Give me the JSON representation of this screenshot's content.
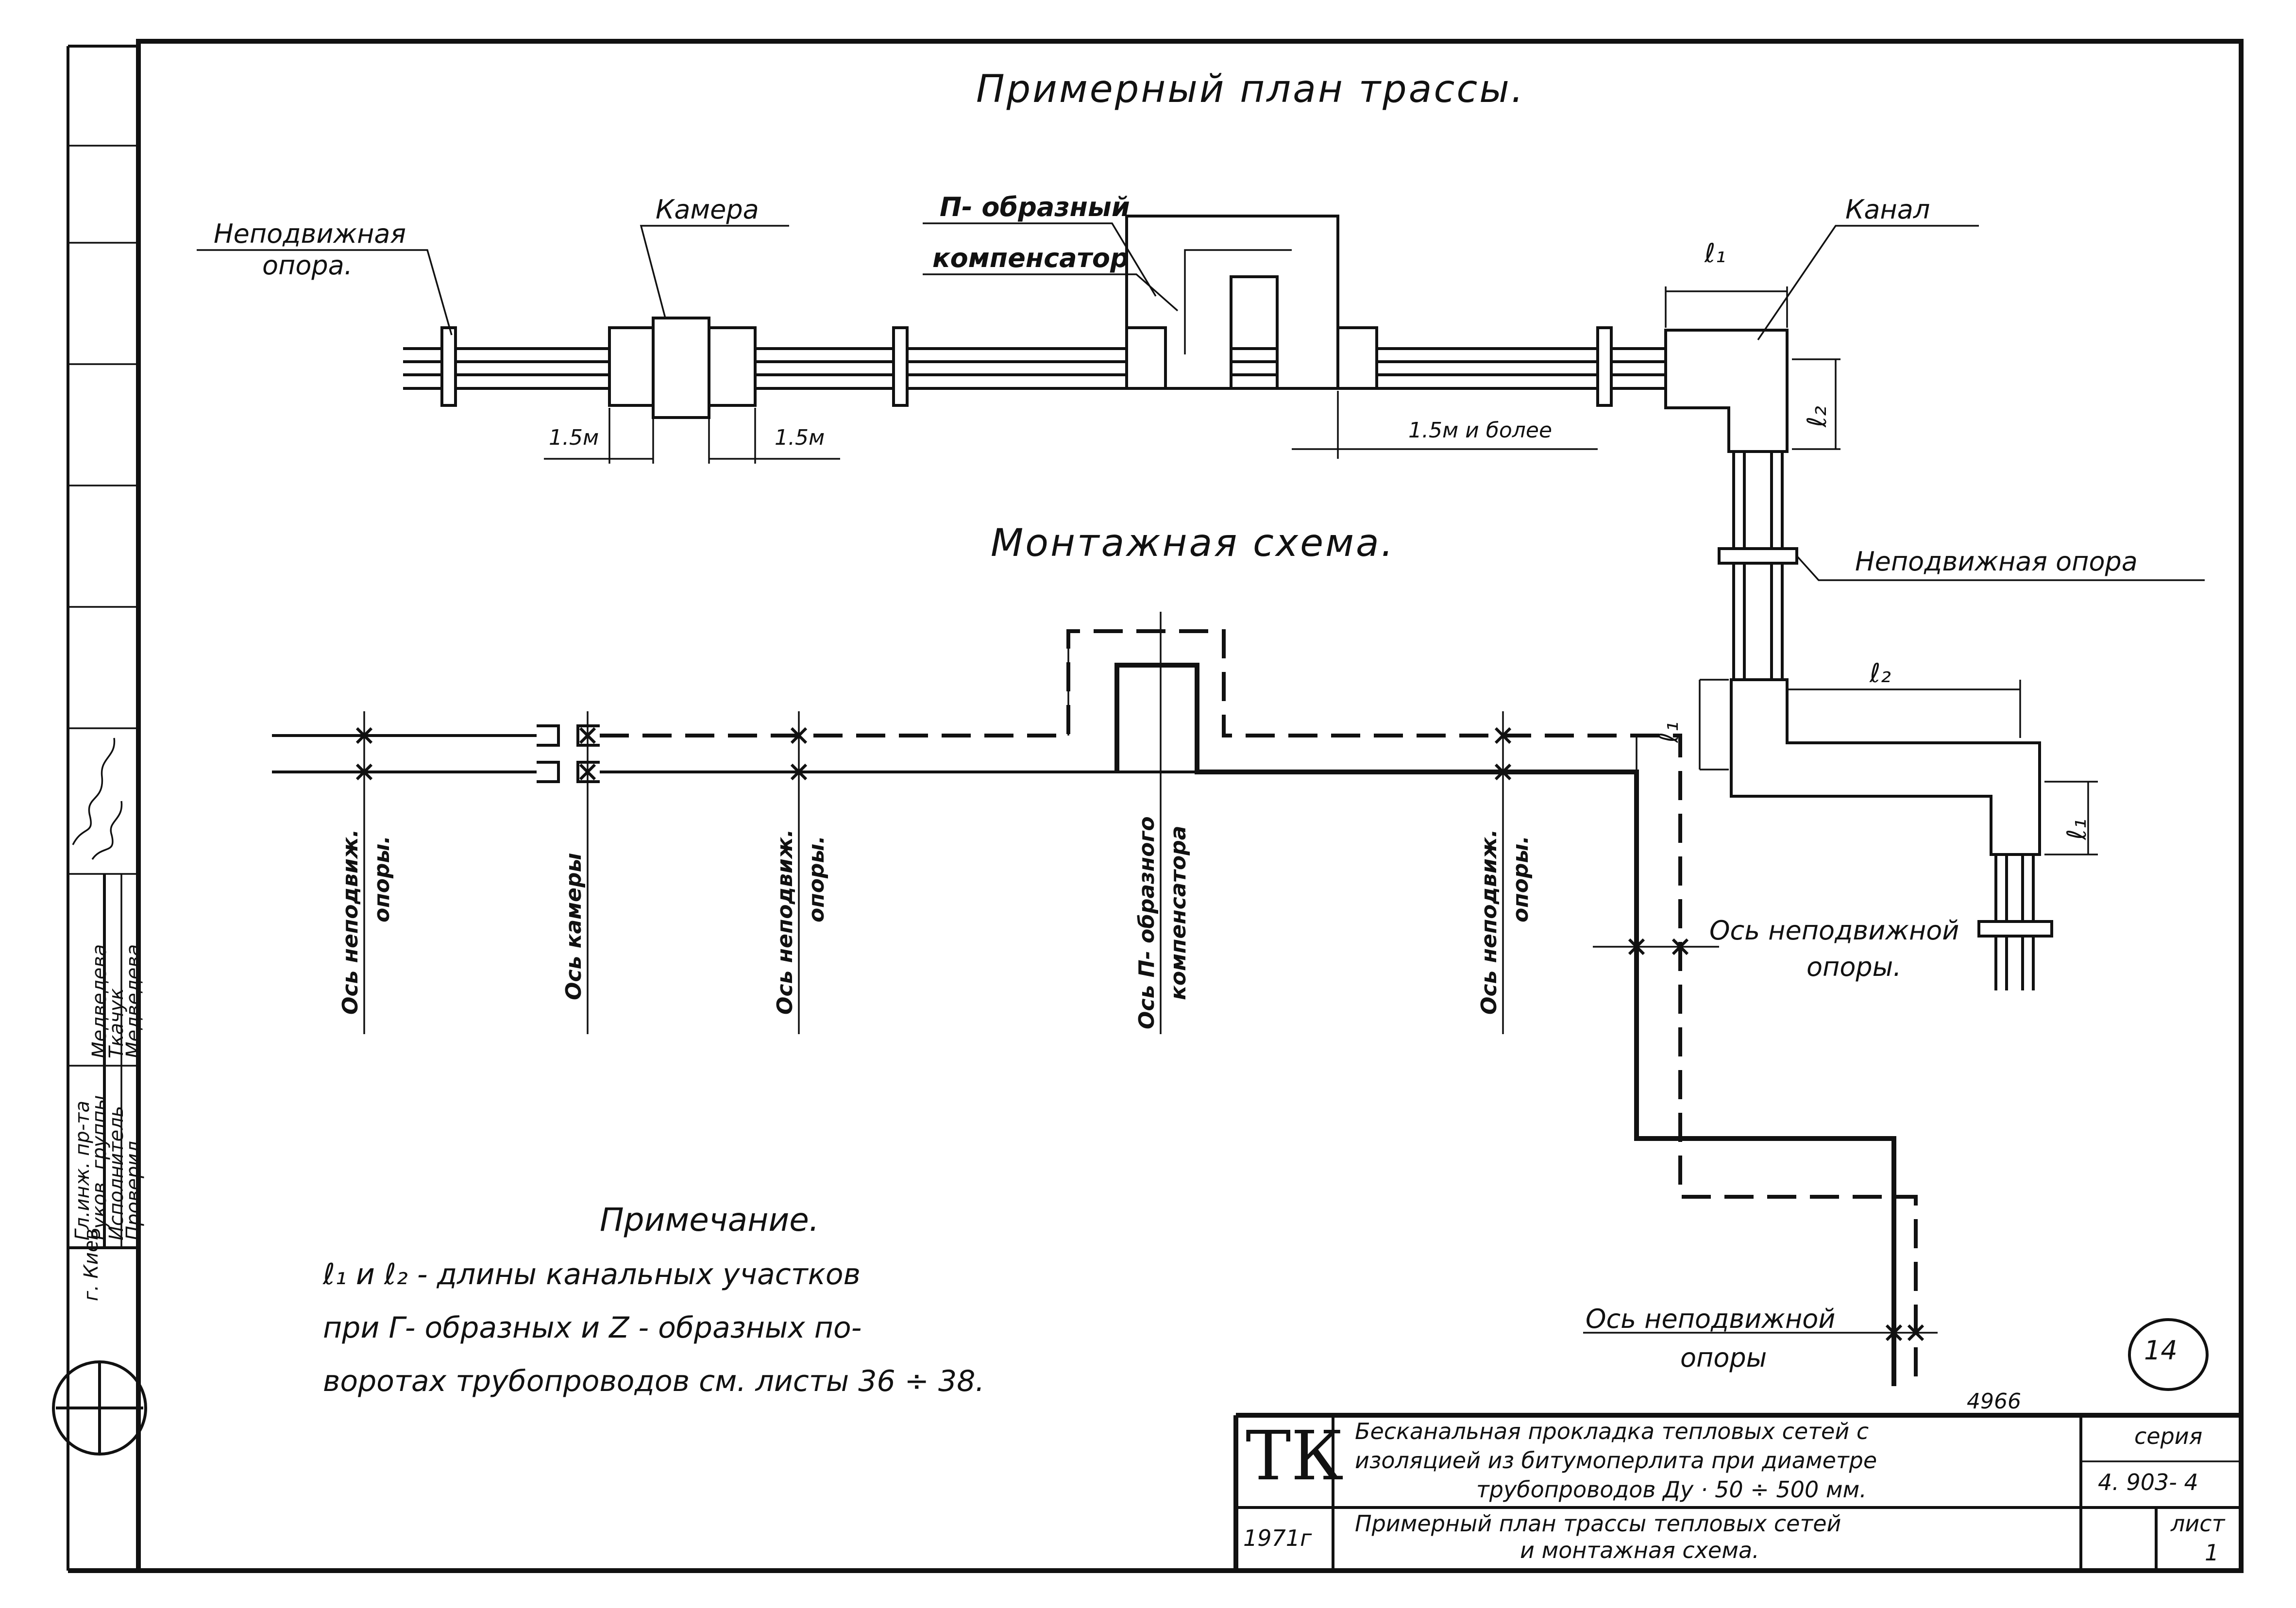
{
  "plan": {
    "title": "Примерный план трассы.",
    "fixed_support_left": [
      "Неподвижная",
      "опора."
    ],
    "chamber": "Камера",
    "compensator": [
      "П- образный",
      "компенсатор"
    ],
    "channel": "Канал",
    "dim_a": "1.5м",
    "dim_b": "1.5м",
    "dim_c": "1.5м и более",
    "fixed_support_right": "Неподвижная опора",
    "l1": "ℓ₁",
    "l2": "ℓ₂"
  },
  "scheme": {
    "title": "Монтажная схема.",
    "axis_1": [
      "Ось неподвиж.",
      "опоры."
    ],
    "axis_2": [
      "Ось камеры"
    ],
    "axis_3": [
      "Ось неподвиж.",
      "опоры."
    ],
    "axis_4": [
      "Ось П- образного",
      "компенсатора"
    ],
    "axis_5": [
      "Ось неподвиж.",
      "опоры."
    ],
    "axis_6": [
      "Ось неподвижной",
      "опоры."
    ],
    "axis_7": [
      "Ось неподвижной",
      "опоры"
    ]
  },
  "note": {
    "title": "Примечание.",
    "lines": [
      "ℓ₁ и ℓ₂ - длины канальных участков",
      "при Г- образных и Z - образных по-",
      "воротах трубопроводов см. листы 36 ÷ 38."
    ]
  },
  "sheet_number": "14",
  "archive_number": "4966",
  "sidebar": {
    "city": "г. Киев",
    "roles": [
      "Гл.инж. пр-та",
      "Руков. группы",
      "Исполнитель",
      "Проверил"
    ],
    "names": [
      "Медведева",
      "Ткачук",
      "Медведева"
    ]
  },
  "title_block": {
    "org": "ТК",
    "year": "1971г",
    "desc_lines": [
      "Бесканальная прокладка тепловых сетей с",
      "изоляцией из битумоперлита при диаметре",
      "трубопроводов Ду · 50 ÷ 500 мм."
    ],
    "sheet_title_lines": [
      "Примерный план трассы тепловых сетей",
      "и монтажная схема."
    ],
    "series_label": "серия",
    "series_value": "4. 903- 4",
    "sheet_label": "лист",
    "sheet_value": "1"
  }
}
